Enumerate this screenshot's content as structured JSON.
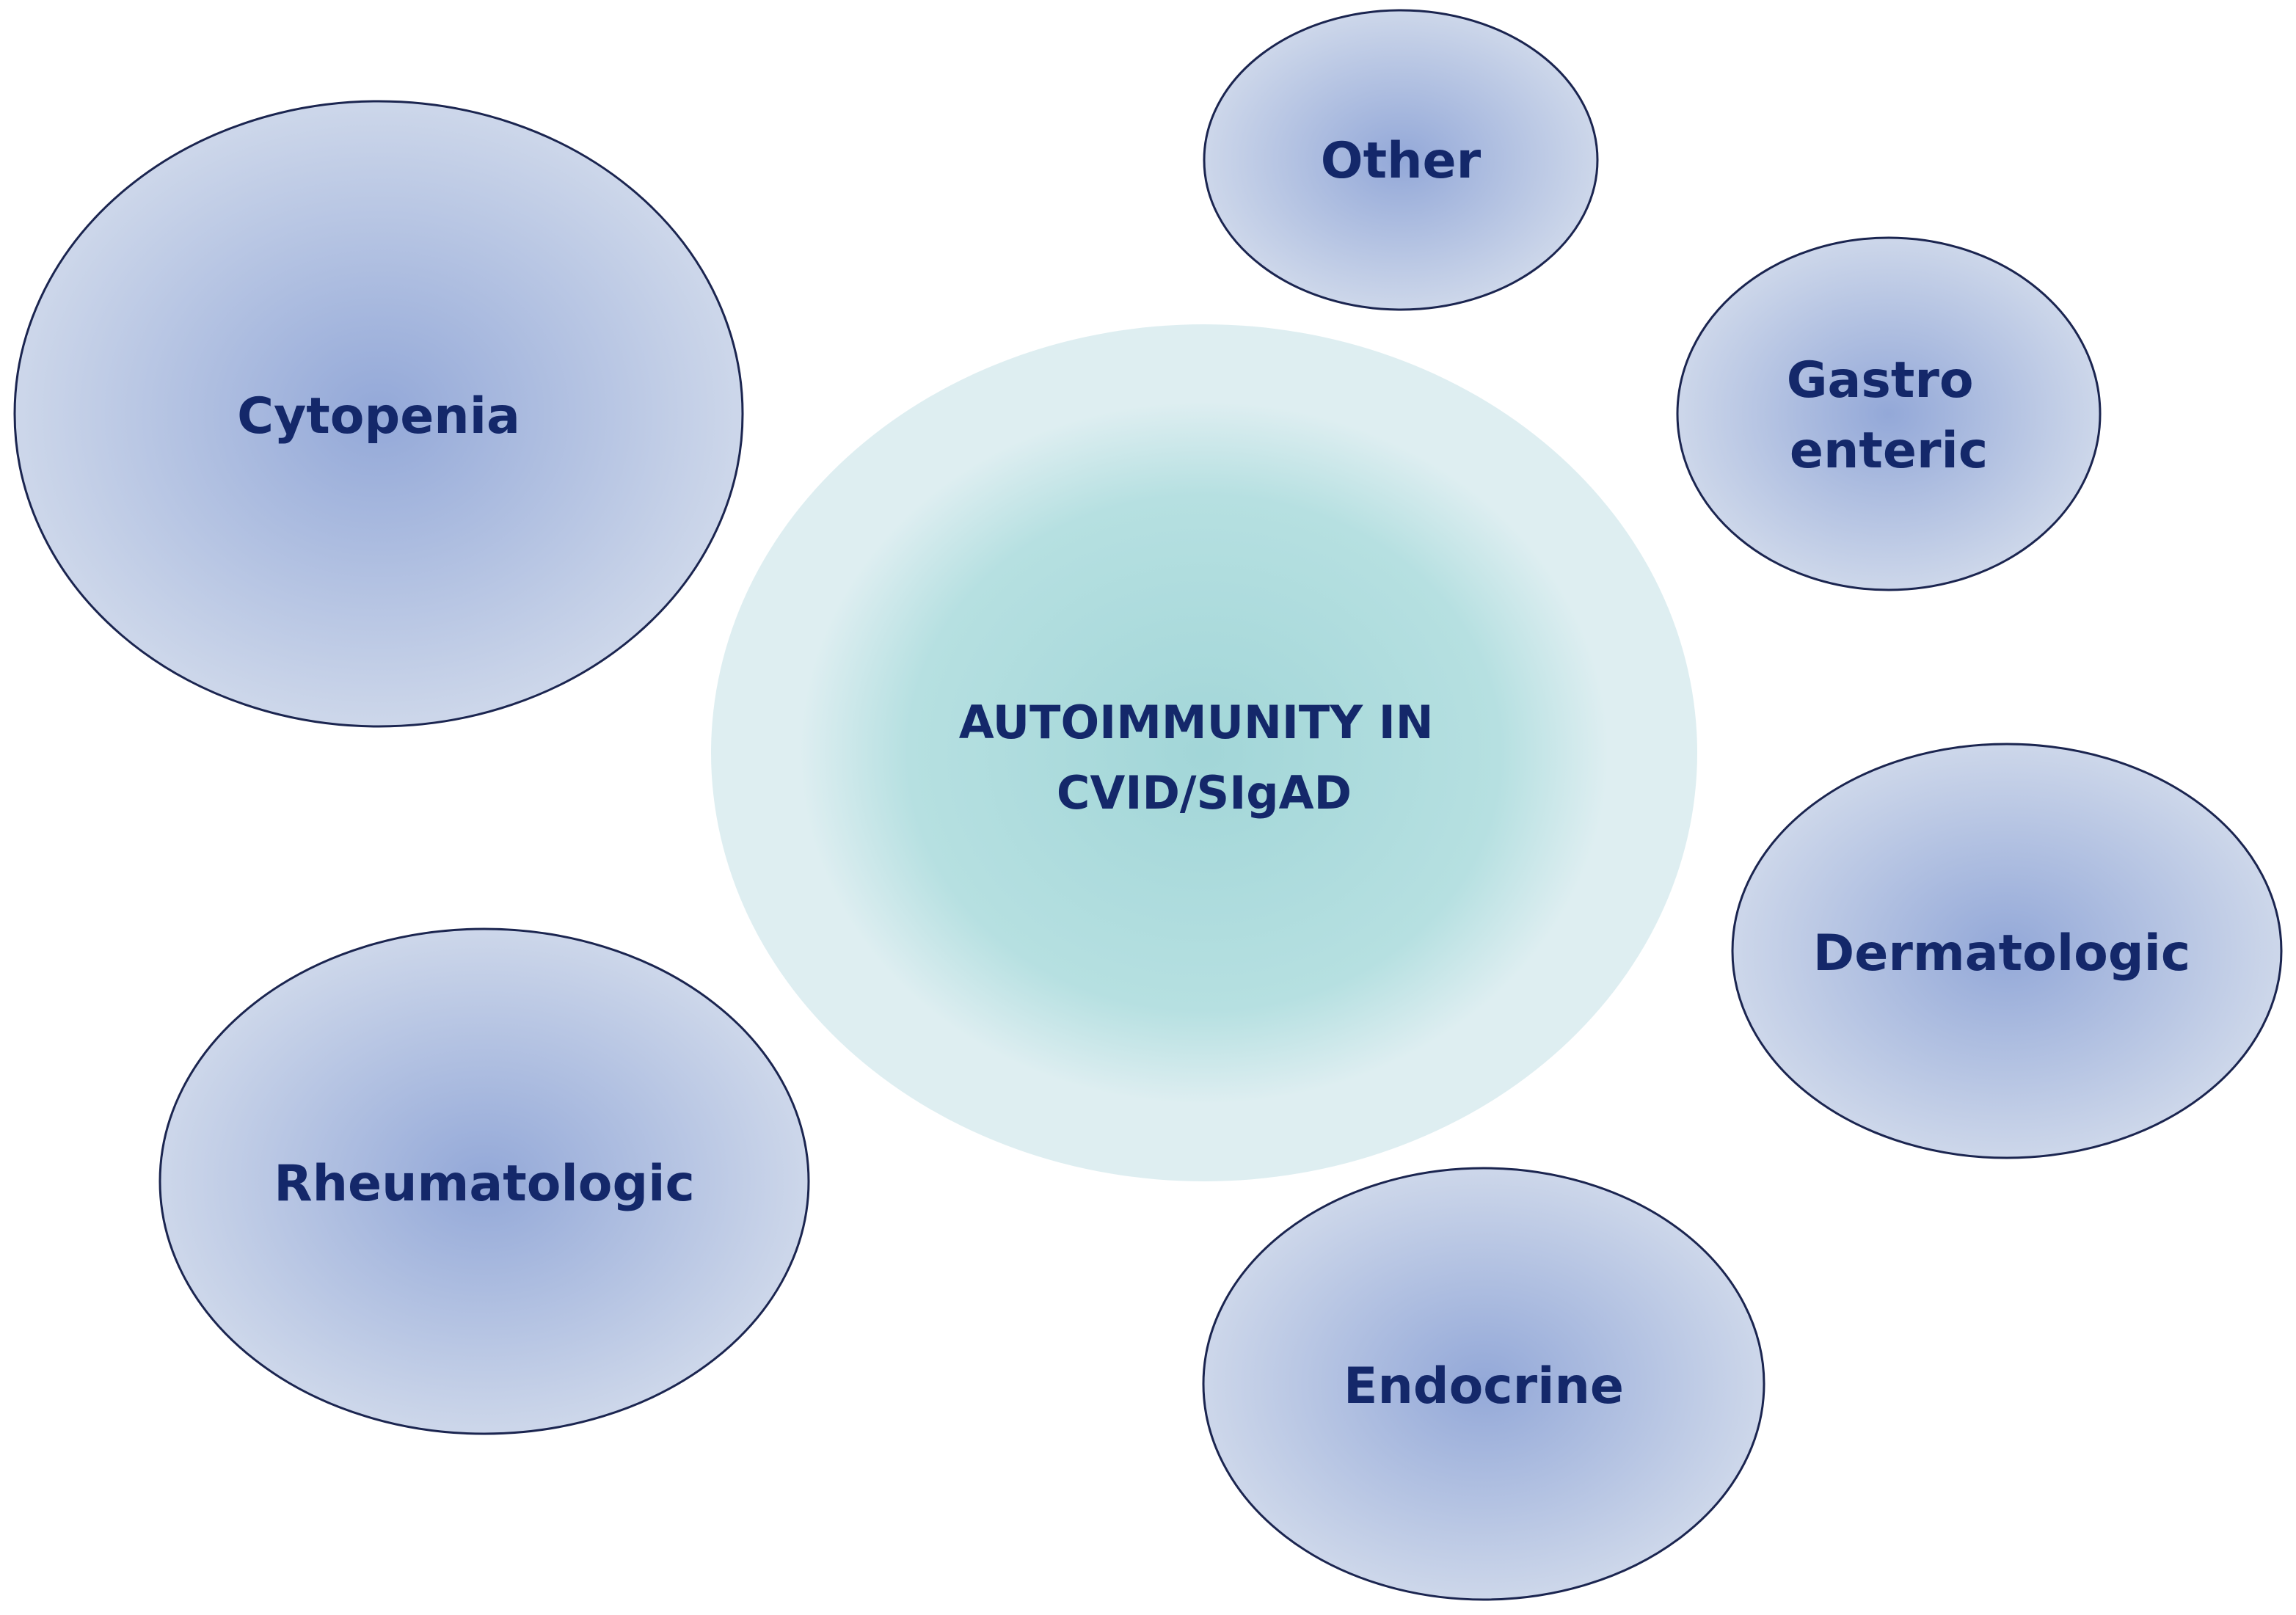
{
  "center": {
    "lines": [
      "AUTOIMMUNITY IN",
      "CVID/SIgAD"
    ]
  },
  "categories": [
    {
      "key": "other",
      "lines": [
        "Other"
      ]
    },
    {
      "key": "gastro",
      "lines": [
        "Gastro",
        "enteric"
      ]
    },
    {
      "key": "cytopenia",
      "lines": [
        "Cytopenia"
      ]
    },
    {
      "key": "dermatologic",
      "lines": [
        "Dermatologic"
      ]
    },
    {
      "key": "rheumatologic",
      "lines": [
        "Rheumatologic"
      ]
    },
    {
      "key": "endocrine",
      "lines": [
        "Endocrine"
      ]
    }
  ],
  "colors": {
    "center_inner": "#a2d6d8",
    "center_outer": "#deeef1",
    "node_inner": "#93a8d8",
    "node_outer": "#cdd7ea",
    "node_stroke": "#1b2550",
    "text": "#14286a"
  }
}
